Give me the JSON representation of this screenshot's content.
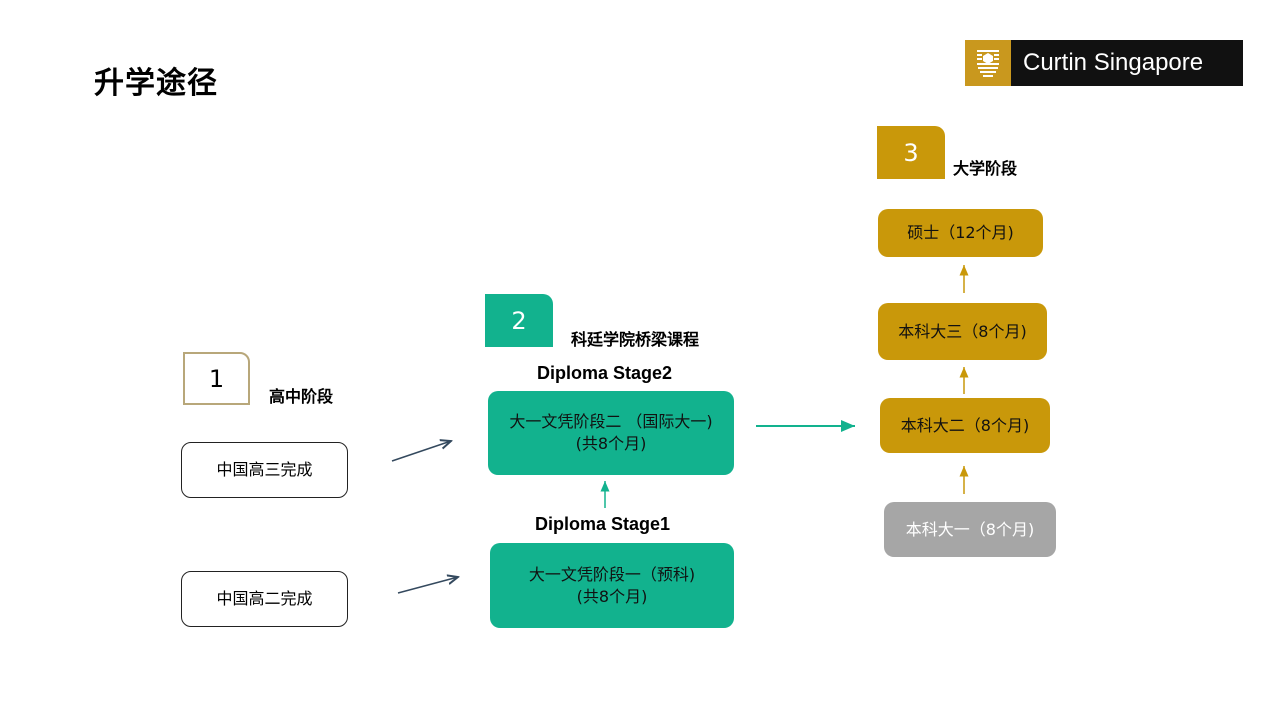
{
  "page": {
    "title": "升学途径",
    "logo": {
      "icon": "curtin-shield-icon",
      "text": "Curtin Singapore",
      "brand_color": "#c9981e"
    }
  },
  "stages": [
    {
      "number": "1",
      "label": "高中阶段",
      "color": "#b8a77a"
    },
    {
      "number": "2",
      "label": "科廷学院桥梁课程",
      "color": "#12b28e"
    },
    {
      "number": "3",
      "label": "大学阶段",
      "color": "#c9980a"
    }
  ],
  "high_school": {
    "boxes": [
      "中国高三完成",
      "中国高二完成"
    ]
  },
  "bridge": {
    "stage2_title": "Diploma Stage2",
    "stage2_line1": "大一文凭阶段二 （国际大一)",
    "stage2_line2": "(共8个月)",
    "stage1_title": "Diploma Stage1",
    "stage1_line1": "大一文凭阶段一（预科)",
    "stage1_line2": "(共8个月)"
  },
  "university": {
    "boxes": [
      {
        "label": "硕士（12个月)",
        "status": "gold"
      },
      {
        "label": "本科大三（8个月)",
        "status": "gold"
      },
      {
        "label": "本科大二（8个月)",
        "status": "gold"
      },
      {
        "label": "本科大一（8个月)",
        "status": "gray"
      }
    ]
  },
  "colors": {
    "green": "#12b28e",
    "gold": "#c9980a",
    "gray": "#a6a6a6",
    "arrow_dark": "#34495e"
  }
}
